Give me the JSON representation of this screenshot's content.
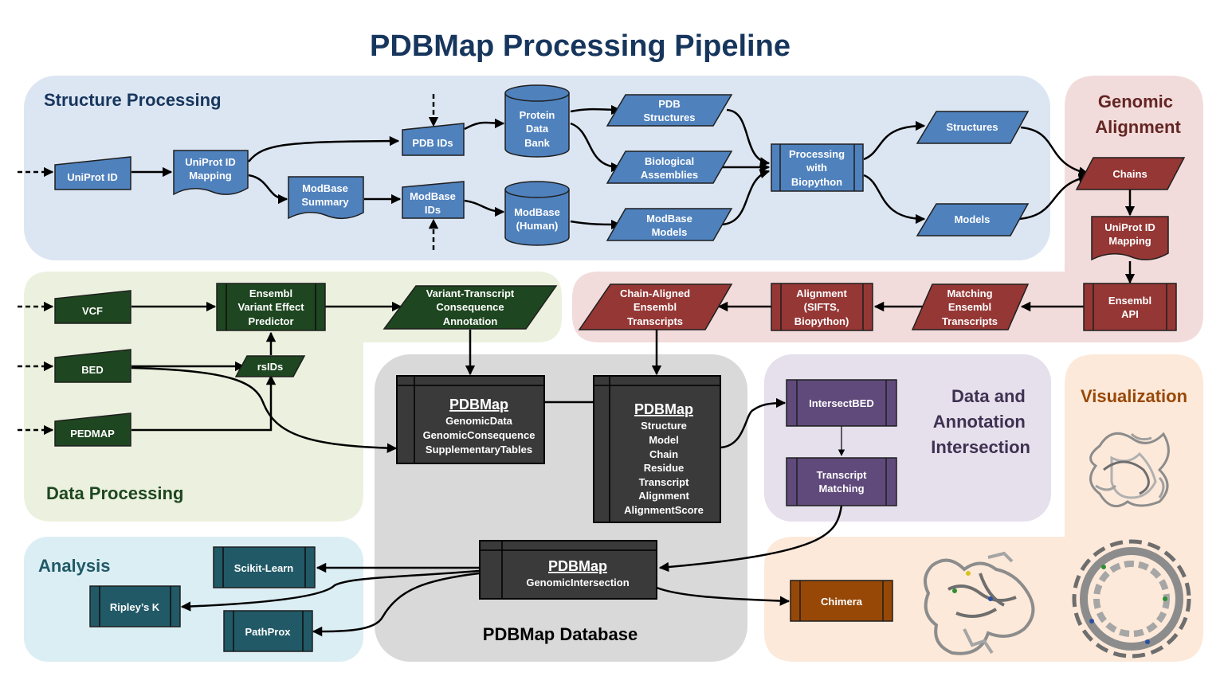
{
  "title": "PDBMap Processing Pipeline",
  "colors": {
    "structure_bg": "#dce6f2",
    "genomic_bg": "#f2dcdb",
    "data_bg": "#ebf1de",
    "db_bg": "#d9d9d9",
    "intersection_bg": "#e5e0ec",
    "analysis_bg": "#dbeef4",
    "visualization_bg": "#fde9d9",
    "blue_node": "#4f81bd",
    "red_node": "#953735",
    "green_node": "#1e4620",
    "gray_node": "#3a3a3a",
    "purple_node": "#604a7b",
    "teal_node": "#215967",
    "orange_node": "#974806"
  },
  "regions": {
    "structure": "Structure Processing",
    "genomic": [
      "Genomic",
      "Alignment"
    ],
    "data": "Data Processing",
    "database": "PDBMap Database",
    "intersection": [
      "Data and",
      "Annotation",
      "Intersection"
    ],
    "analysis": "Analysis",
    "visualization": "Visualization"
  },
  "nodes": {
    "uniprot_id": [
      "UniProt ID"
    ],
    "uniprot_mapping": [
      "UniProt ID",
      "Mapping"
    ],
    "pdb_ids": [
      "PDB IDs"
    ],
    "modbase_summary": [
      "ModBase",
      "Summary"
    ],
    "modbase_ids": [
      "ModBase",
      "IDs"
    ],
    "protein_data_bank": [
      "Protein",
      "Data",
      "Bank"
    ],
    "modbase_human": [
      "ModBase",
      "(Human)"
    ],
    "pdb_structures": [
      "PDB",
      "Structures"
    ],
    "biological_assemblies": [
      "Biological",
      "Assemblies"
    ],
    "modbase_models": [
      "ModBase",
      "Models"
    ],
    "processing_biopython": [
      "Processing",
      "with",
      "Biopython"
    ],
    "structures": [
      "Structures"
    ],
    "models": [
      "Models"
    ],
    "chains": [
      "Chains"
    ],
    "uniprot_mapping_2": [
      "UniProt ID",
      "Mapping"
    ],
    "ensembl_api": [
      "Ensembl",
      "API"
    ],
    "matching_transcripts": [
      "Matching",
      "Ensembl",
      "Transcripts"
    ],
    "alignment": [
      "Alignment",
      "(SIFTS,",
      "Biopython)"
    ],
    "chain_aligned": [
      "Chain-Aligned",
      "Ensembl",
      "Transcripts"
    ],
    "vcf": [
      "VCF"
    ],
    "bed": [
      "BED"
    ],
    "pedmap": [
      "PEDMAP"
    ],
    "vep": [
      "Ensembl",
      "Variant Effect",
      "Predictor"
    ],
    "rsids": [
      "rsIDs"
    ],
    "variant_annotation": [
      "Variant-Transcript",
      "Consequence",
      "Annotation"
    ],
    "intersectbed": [
      "IntersectBED"
    ],
    "transcript_matching": [
      "Transcript",
      "Matching"
    ],
    "scikit_learn": [
      "Scikit-Learn"
    ],
    "ripleys_k": [
      "Ripley’s K"
    ],
    "pathprox": [
      "PathProx"
    ],
    "chimera": [
      "Chimera"
    ]
  },
  "databases": {
    "genomic": {
      "name": "PDBMap",
      "tables": [
        "GenomicData",
        "GenomicConsequence",
        "SupplementaryTables"
      ]
    },
    "structural": {
      "name": "PDBMap",
      "tables": [
        "Structure",
        "Model",
        "Chain",
        "Residue",
        "Transcript",
        "Alignment",
        "AlignmentScore"
      ]
    },
    "intersection": {
      "name": "PDBMap",
      "tables": [
        "GenomicIntersection"
      ]
    }
  }
}
